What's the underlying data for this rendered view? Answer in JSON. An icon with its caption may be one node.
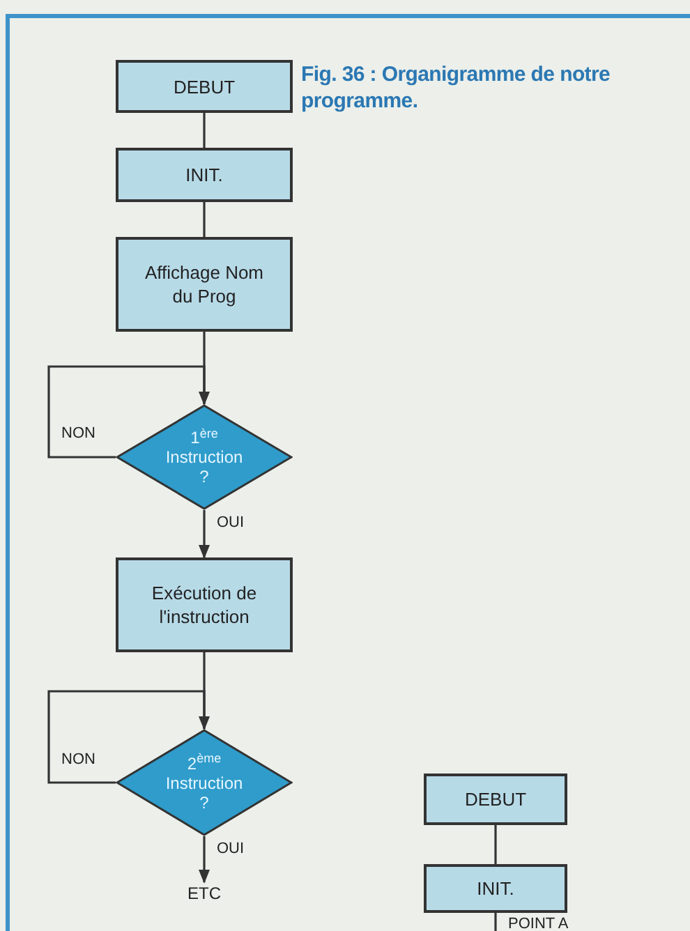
{
  "diagram": {
    "title": "Fig. 36 : Organigramme de notre programme.",
    "nodes": [
      {
        "text": [
          "DEBUT"
        ]
      },
      {
        "text": [
          "INIT."
        ]
      },
      {
        "text": [
          "Affichage Nom du Prog"
        ]
      },
      {
        "text": [
          "1$^{ère}$ Instruction ?"
        ]
      },
      {
        "text": [
          "Exécution de l'instruction"
        ]
      },
      {
        "text": [
          "2$^{ème}$ Instruction ?"
        ]
      },
      {
        "text": [
          "ETC"
        ]
      },
      {
        "text": [
          "DEBUT"
        ]
      },
      {
        "text": [
          "INIT."
        ]
      }
    ],
    "edges": [
      {
        "from": 0,
        "to": 1,
        "arrow": "none"
      },
      {
        "from": 1,
        "to": 2,
        "arrow": "none"
      },
      {
        "from": 2,
        "to": 3,
        "arrow": "none"
      },
      {
        "from": 3,
        "to": 3,
        "arrow": "to",
        "label": "NON"
      },
      {
        "from": 3,
        "to": 4,
        "arrow": "to",
        "label": "OUI"
      },
      {
        "from": 4,
        "to": 5,
        "arrow": "none"
      },
      {
        "from": 5,
        "to": 5,
        "arrow": "to",
        "label": "NON"
      },
      {
        "from": 5,
        "to": 6,
        "arrow": "to",
        "label": "OUI"
      },
      {
        "from": 7,
        "to": 8,
        "arrow": "none"
      },
      {
        "from": 8,
        "to": null,
        "arrow": "none",
        "label": "POINT A"
      }
    ]
  }
}
